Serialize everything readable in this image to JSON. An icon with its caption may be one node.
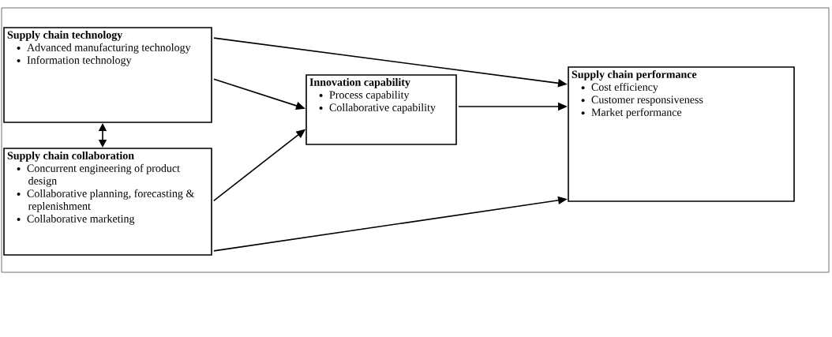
{
  "diagram": {
    "nodes": [
      {
        "text": [
          "Supply chain technology",
          "Advanced manufacturing technology",
          "Information technology"
        ]
      },
      {
        "text": [
          "Supply chain collaboration",
          "Concurrent engineering of product design",
          "Collaborative planning, forecasting & replenishment",
          "Collaborative marketing"
        ]
      },
      {
        "text": [
          "Innovation capability",
          "Process capability",
          "Collaborative capability"
        ]
      },
      {
        "text": [
          "Supply chain performance",
          "Cost efficiency",
          "Customer responsiveness",
          "Market performance"
        ]
      }
    ],
    "edges": [
      {
        "from": 0,
        "to": 1,
        "arrow": "both"
      },
      {
        "from": 0,
        "to": 2,
        "arrow": "to"
      },
      {
        "from": 1,
        "to": 2,
        "arrow": "to"
      },
      {
        "from": 0,
        "to": 3,
        "arrow": "to"
      },
      {
        "from": 2,
        "to": 3,
        "arrow": "to"
      },
      {
        "from": 1,
        "to": 3,
        "arrow": "to"
      }
    ]
  }
}
